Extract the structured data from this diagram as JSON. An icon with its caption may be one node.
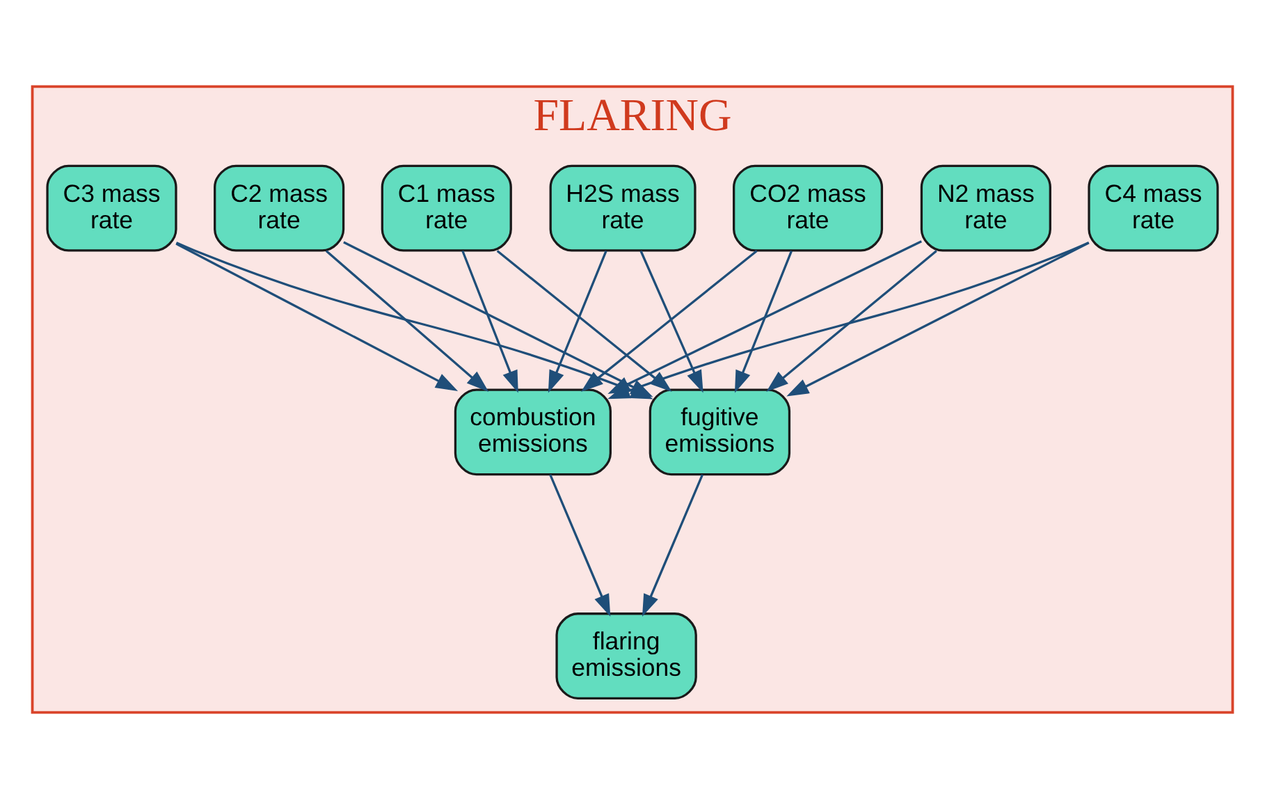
{
  "diagram": {
    "nodes": [
      {
        "text": [
          "FLARING"
        ]
      },
      {
        "text": [
          "N2 mass rate"
        ],
        "in": 0
      },
      {
        "text": [
          "CO2 mass rate"
        ],
        "in": 0
      },
      {
        "text": [
          "H2S mass rate"
        ],
        "in": 0
      },
      {
        "text": [
          "C1 mass rate"
        ],
        "in": 0
      },
      {
        "text": [
          "C2 mass rate"
        ],
        "in": 0
      },
      {
        "text": [
          "C3 mass rate"
        ],
        "in": 0
      },
      {
        "text": [
          "C4 mass rate"
        ],
        "in": 0
      },
      {
        "text": [
          "combustion emissions"
        ],
        "in": 0
      },
      {
        "text": [
          "fugitive emissions"
        ],
        "in": 0
      },
      {
        "text": [
          "flaring emissions"
        ],
        "in": 0
      }
    ],
    "edges": [
      {
        "from": 1,
        "to": 8,
        "arrow": "to"
      },
      {
        "from": 1,
        "to": 9,
        "arrow": "to"
      },
      {
        "from": 2,
        "to": 8,
        "arrow": "to"
      },
      {
        "from": 2,
        "to": 9,
        "arrow": "to"
      },
      {
        "from": 3,
        "to": 8,
        "arrow": "to"
      },
      {
        "from": 3,
        "to": 9,
        "arrow": "to"
      },
      {
        "from": 4,
        "to": 8,
        "arrow": "to"
      },
      {
        "from": 4,
        "to": 9,
        "arrow": "to"
      },
      {
        "from": 5,
        "to": 8,
        "arrow": "to"
      },
      {
        "from": 5,
        "to": 9,
        "arrow": "to"
      },
      {
        "from": 6,
        "to": 8,
        "arrow": "to"
      },
      {
        "from": 6,
        "to": 9,
        "arrow": "to"
      },
      {
        "from": 7,
        "to": 8,
        "arrow": "to"
      },
      {
        "from": 7,
        "to": 9,
        "arrow": "to"
      },
      {
        "from": 8,
        "to": 10,
        "arrow": "to"
      },
      {
        "from": 9,
        "to": 10,
        "arrow": "to"
      }
    ]
  }
}
